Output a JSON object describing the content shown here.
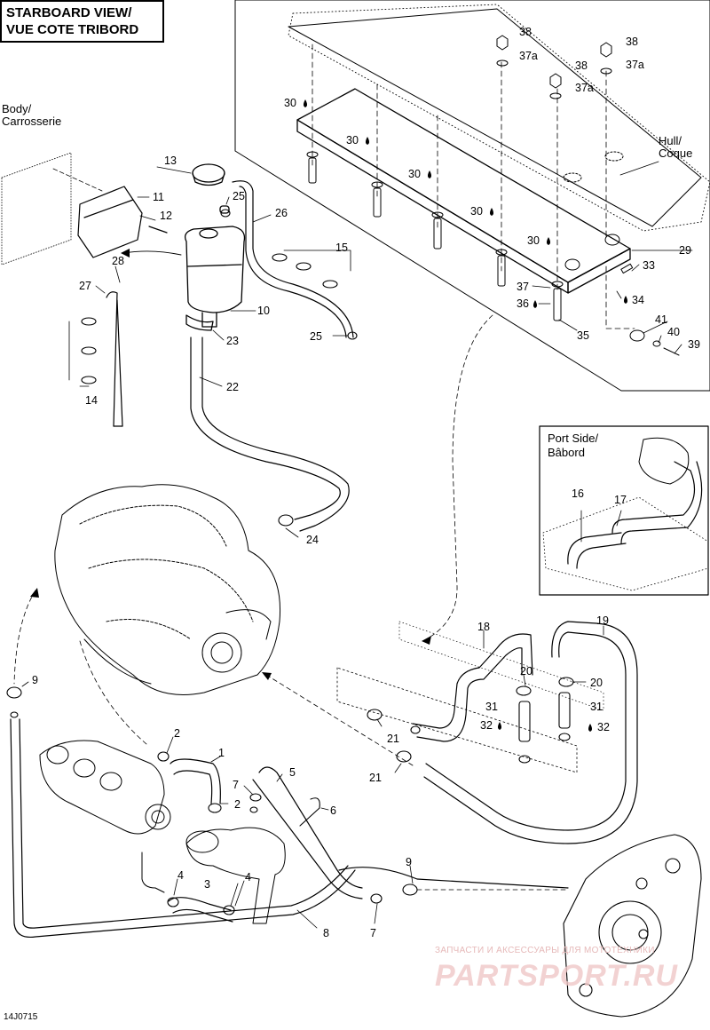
{
  "view_title": {
    "line1": "STARBOARD VIEW/",
    "line2": "VUE COTE TRIBORD"
  },
  "labels": {
    "body": {
      "line1": "Body/",
      "line2": "Carrosserie"
    },
    "hull": {
      "line1": "Hull/",
      "line2": "Coque"
    },
    "port_side": {
      "line1": "Port Side/",
      "line2": "Bâbord"
    }
  },
  "callouts": {
    "c1": "1",
    "c2a": "2",
    "c2b": "2",
    "c3": "3",
    "c4a": "4",
    "c4b": "4",
    "c5": "5",
    "c6": "6",
    "c7a": "7",
    "c7b": "7",
    "c8": "8",
    "c9a": "9",
    "c9b": "9",
    "c10": "10",
    "c11": "11",
    "c12": "12",
    "c13": "13",
    "c14": "14",
    "c15": "15",
    "c16": "16",
    "c17": "17",
    "c18": "18",
    "c19": "19",
    "c20a": "20",
    "c20b": "20",
    "c21a": "21",
    "c21b": "21",
    "c22": "22",
    "c23": "23",
    "c24": "24",
    "c25a": "25",
    "c25b": "25",
    "c26": "26",
    "c27": "27",
    "c28": "28",
    "c29": "29",
    "c30a": "30",
    "c30b": "30",
    "c30c": "30",
    "c30d": "30",
    "c30e": "30",
    "c31a": "31",
    "c31b": "31",
    "c32a": "32",
    "c32b": "32",
    "c33": "33",
    "c34": "34",
    "c35": "35",
    "c36": "36",
    "c37a": "37",
    "c37b": "37a",
    "c37c": "37a",
    "c37d": "37a",
    "c38a": "38",
    "c38b": "38",
    "c38c": "38",
    "c39": "39",
    "c40": "40",
    "c41": "41"
  },
  "drawing_code": "14J0715",
  "watermark": {
    "line1": "ЗАПЧАСТИ И АКСЕССУАРЫ ДЛЯ МОТОТЕХНИКИ",
    "line2": "PARTSPORT.RU"
  }
}
